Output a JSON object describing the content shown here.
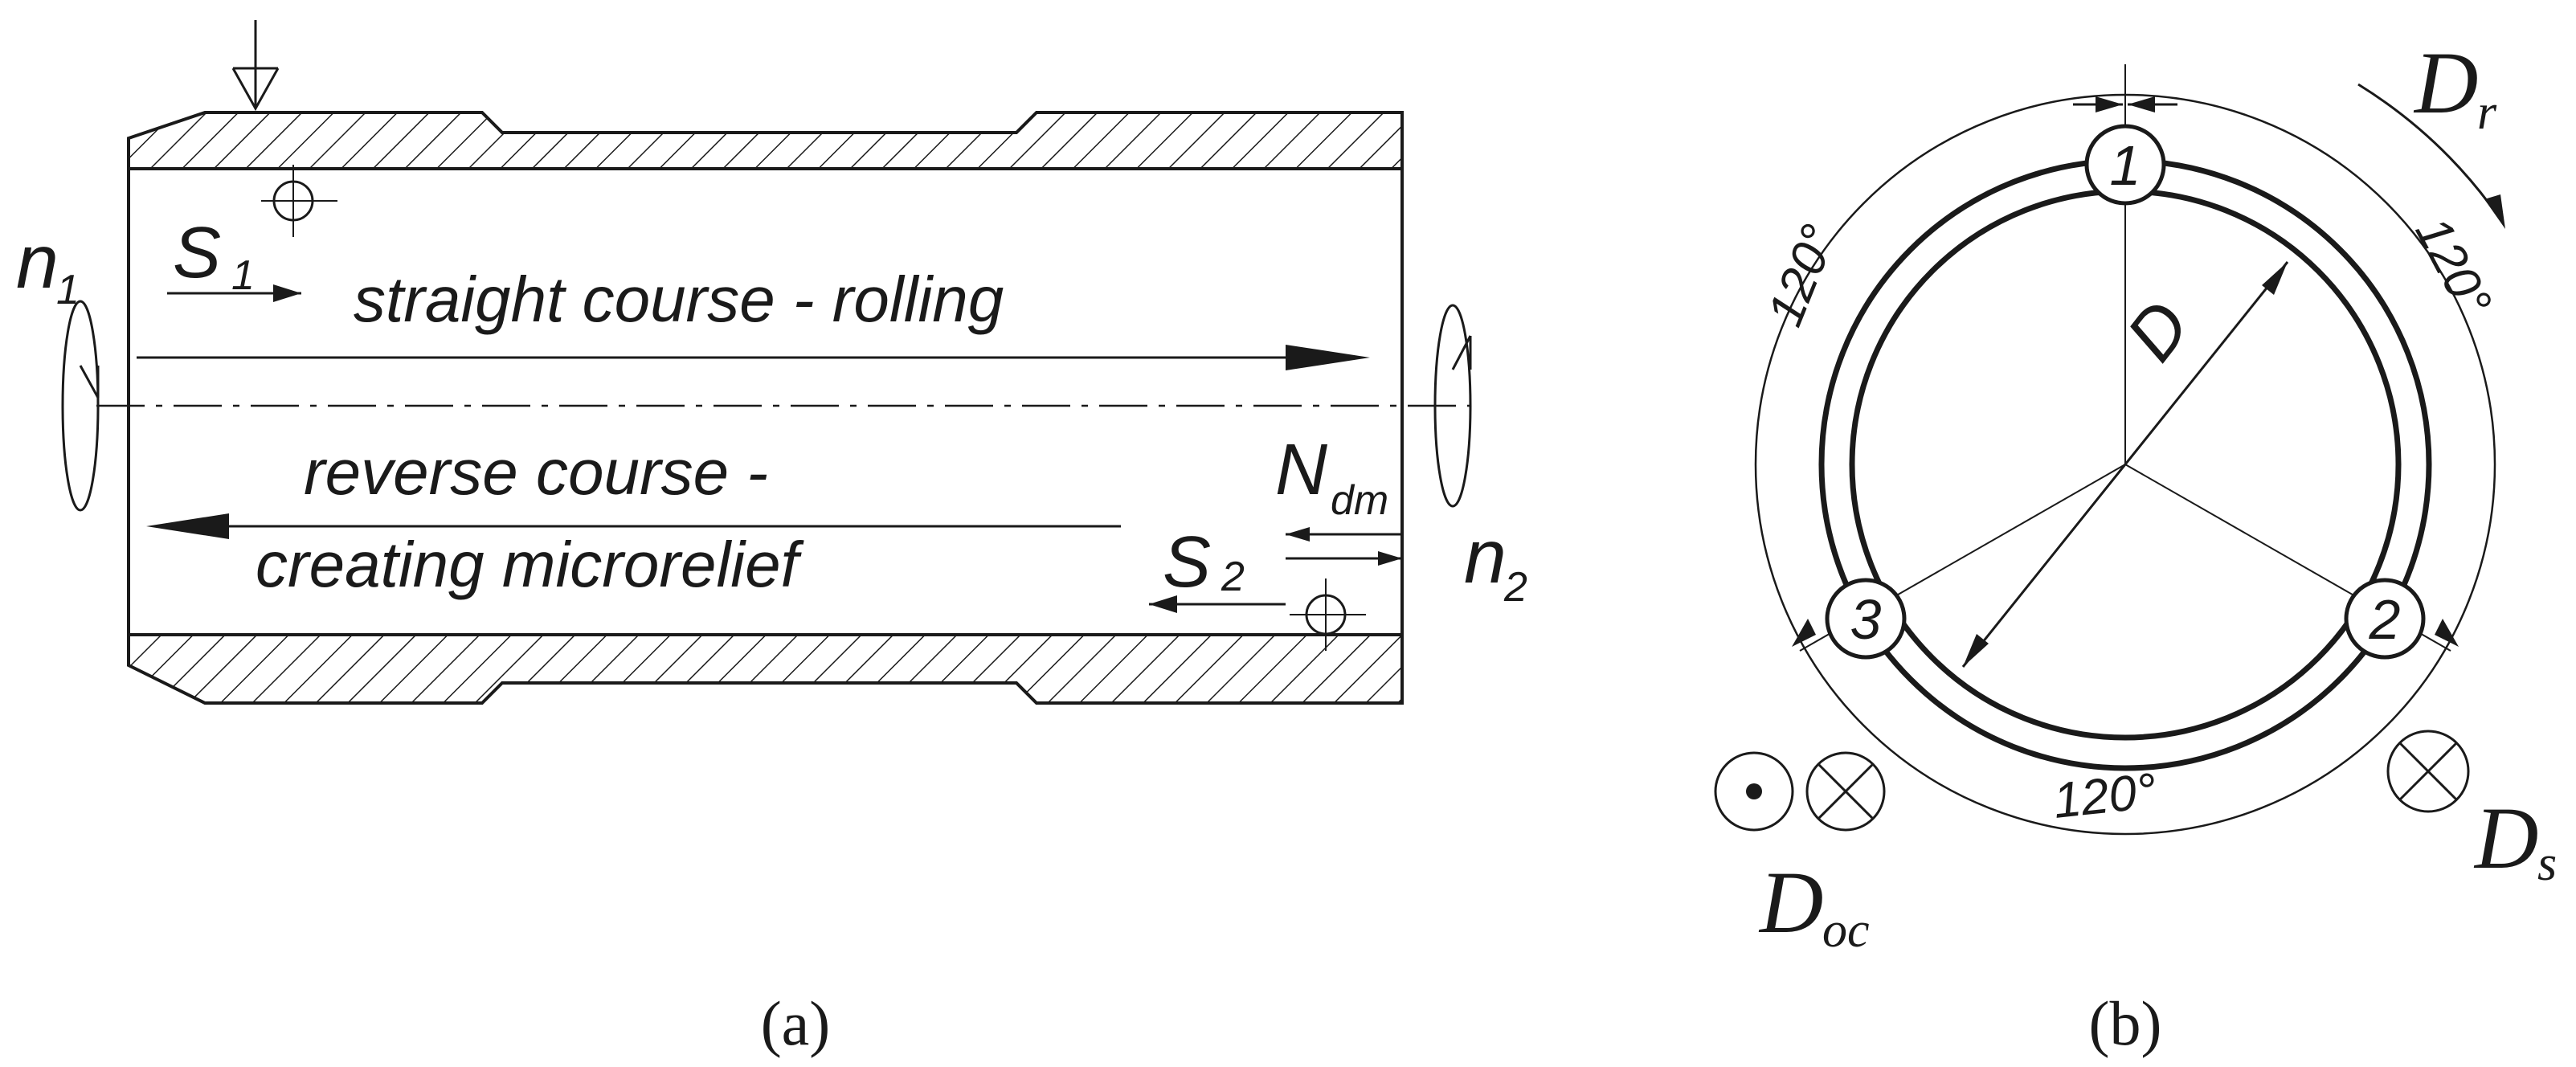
{
  "panel_a": {
    "caption": "(a)",
    "n1": "n",
    "n1_sub": "1",
    "n2": "n",
    "n2_sub": "2",
    "s1": "S",
    "s1_sub": "1",
    "s2": "S",
    "s2_sub": "2",
    "ndm": "N",
    "ndm_sub": "dm",
    "straight_text": "straight course -  rolling",
    "reverse_text_1": "reverse course -",
    "reverse_text_2": "creating microrelief"
  },
  "panel_b": {
    "caption": "(b)",
    "dr": "D",
    "dr_sub": "r",
    "ds": "D",
    "ds_sub": "s",
    "doc": "D",
    "doc_sub": "oc",
    "d_label": "D",
    "angle_left": "120°",
    "angle_right": "120°",
    "angle_bottom": "120°",
    "roller_1": "1",
    "roller_2": "2",
    "roller_3": "3"
  }
}
